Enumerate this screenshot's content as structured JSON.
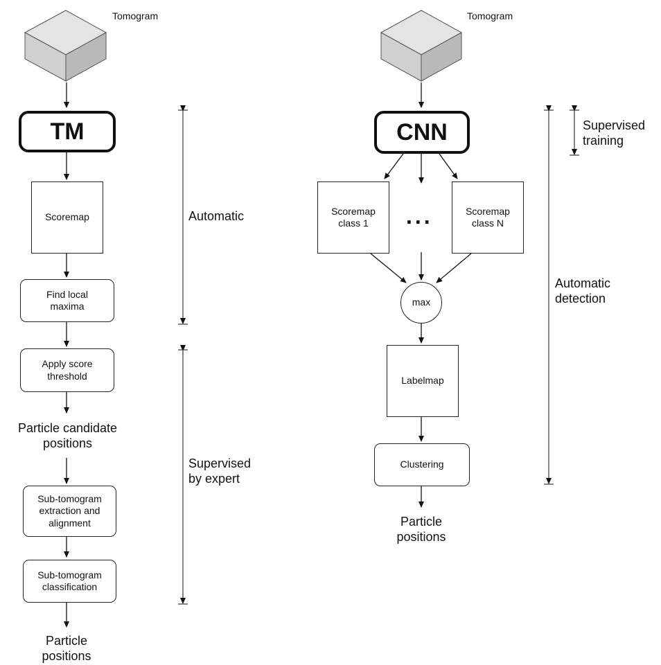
{
  "left": {
    "tomogram_label": "Tomogram",
    "tm": "TM",
    "scoremap": "Scoremap",
    "find_maxima": "Find local\nmaxima",
    "threshold": "Apply score\nthreshold",
    "candidates": "Particle candidate\npositions",
    "extraction": "Sub-tomogram\nextraction and\nalignment",
    "classification": "Sub-tomogram\nclassification",
    "output": "Particle\npositions",
    "automatic": "Automatic",
    "supervised": "Supervised\nby expert"
  },
  "right": {
    "tomogram_label": "Tomogram",
    "cnn": "CNN",
    "scoremap_1": "Scoremap\nclass 1",
    "ellipsis": "...",
    "scoremap_n": "Scoremap\nclass N",
    "max": "max",
    "labelmap": "Labelmap",
    "clustering": "Clustering",
    "output": "Particle\npositions",
    "supervised_training": "Supervised\ntraining",
    "automatic_detection": "Automatic\ndetection"
  },
  "colors": {
    "cube_top": "#e4e4e4",
    "cube_left": "#d0d0d0",
    "cube_right": "#b9b9b9",
    "stroke": "#222222"
  }
}
